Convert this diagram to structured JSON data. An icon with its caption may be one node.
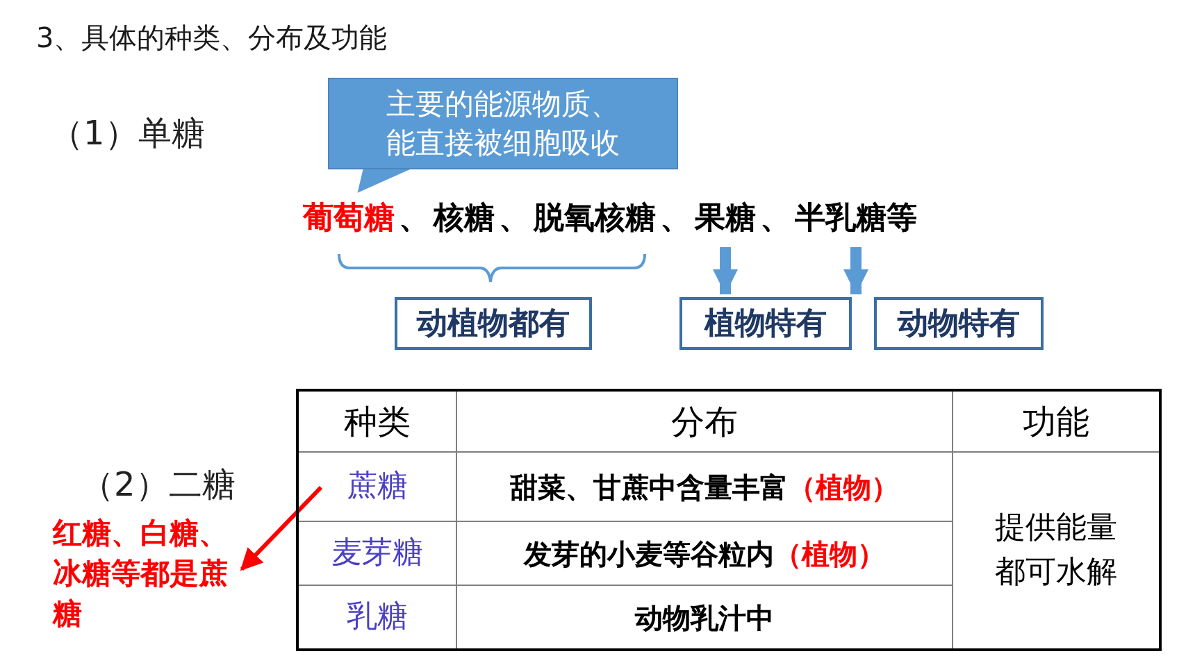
{
  "diagram": {
    "title": "3、具体的种类、分布及功能",
    "nodes": [
      {
        "text": [
          "主要的能源物质、能直接被细胞吸收"
        ]
      },
      {
        "text": [
          "葡萄糖"
        ]
      },
      {
        "text": [
          "核糖"
        ]
      },
      {
        "text": [
          "脱氧核糖"
        ]
      },
      {
        "text": [
          "果糖"
        ]
      },
      {
        "text": [
          "半乳糖等"
        ]
      },
      {
        "text": [
          "动植物都有"
        ]
      },
      {
        "text": [
          "植物特有"
        ]
      },
      {
        "text": [
          "动物特有"
        ]
      },
      {
        "text": [
          "种类"
        ]
      },
      {
        "text": [
          "分布"
        ]
      },
      {
        "text": [
          "功能"
        ]
      },
      {
        "text": [
          "蔗糖"
        ]
      },
      {
        "text": [
          "甜菜、甘蔗中含量丰富",
          "（植物）"
        ]
      },
      {
        "text": [
          "提供能量都可水解"
        ]
      },
      {
        "text": [
          "麦芽糖"
        ]
      },
      {
        "text": [
          "发芽的小麦等谷粒内",
          "（植物）"
        ]
      },
      {
        "text": [
          "乳糖"
        ]
      },
      {
        "text": [
          "动物乳汁中"
        ]
      },
      {
        "text": [
          "红糖、白糖、冰糖等都是蔗糖"
        ]
      }
    ],
    "edges": [
      {
        "from": 0,
        "to": 1,
        "arrow": "none"
      },
      {
        "from": 4,
        "to": 7,
        "arrow": "to"
      },
      {
        "from": 5,
        "to": 8,
        "arrow": "to"
      },
      {
        "from": 12,
        "to": 19,
        "arrow": "to",
        "color": "#ff0000"
      }
    ],
    "labels": [
      "（1）单糖",
      "、",
      "、",
      "、",
      "、",
      "（2）二糖"
    ]
  }
}
